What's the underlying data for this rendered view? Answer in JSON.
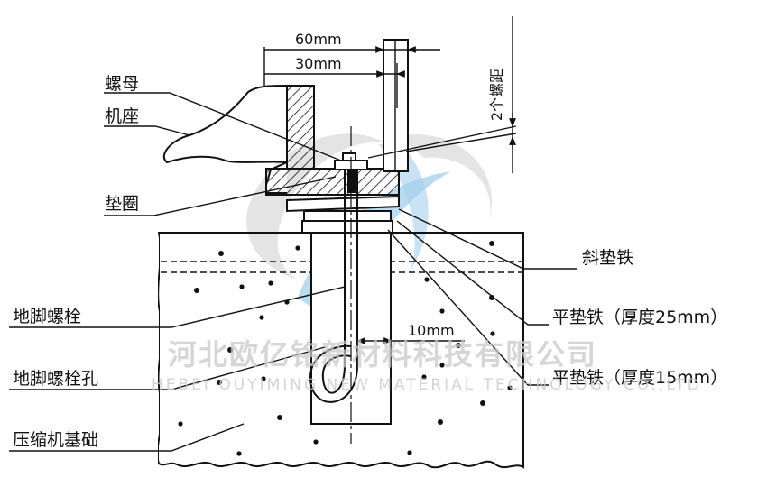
{
  "labels": {
    "nut": "螺母",
    "base": "机座",
    "washer": "垫圈",
    "taper_shim": "斜垫铁",
    "anchor_bolt": "地脚螺栓",
    "flat_shim_25": "平垫铁（厚度25mm）",
    "anchor_bolt_hole": "地脚螺栓孔",
    "flat_shim_15": "平垫铁（厚度15mm）",
    "foundation": "压缩机基础"
  },
  "dimensions": {
    "d60": "60mm",
    "d30": "30mm",
    "d10": "10mm",
    "pitch": "2个螺距"
  },
  "watermark": {
    "company_cn": "河北欧亿铭新材料科技有限公司",
    "company_en": "HEBEI OUYIMING NEW MATERIAL TECHNOLOGY CO.,LTD"
  },
  "colors": {
    "line": "#111111",
    "watermark_text": "#c9c9c9",
    "logo_blue": "#5aa7dc",
    "logo_grey": "#cfcfcf"
  }
}
